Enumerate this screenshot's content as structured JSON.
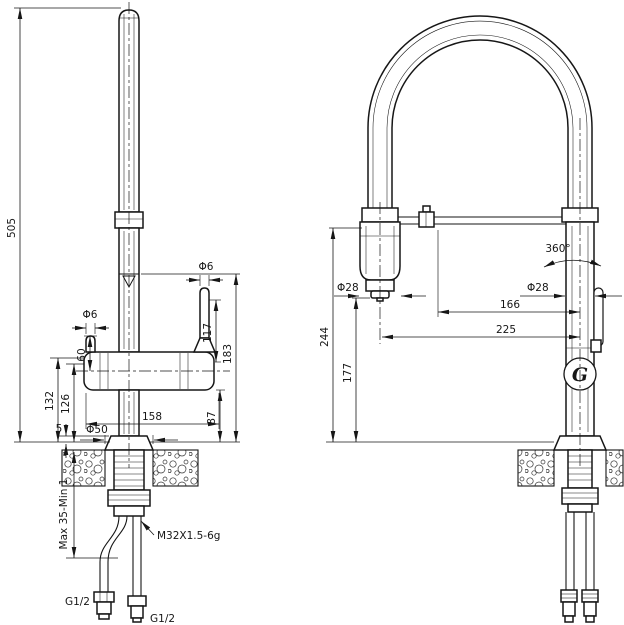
{
  "side_view": {
    "overall_height": "505",
    "body_height": "132",
    "body_height_inner": "126",
    "base_gap": "5",
    "handle_offset": "60",
    "lever_height": "117",
    "spout_height": "183",
    "body_bottom_height": "87",
    "body_width": "158",
    "base_diameter": "Φ50",
    "pin_diameter": "Φ6",
    "lever_diameter": "Φ6",
    "thread_spec": "M32X1.5-6g",
    "mount_range": "Max 35-Min 1",
    "hose_thread_left": "G1/2",
    "hose_thread_bottom": "G1/2"
  },
  "front_view": {
    "swivel_angle": "360°",
    "spray_head_diameter": "Φ28",
    "column_diameter": "Φ28",
    "reach_to_dock": "166",
    "reach_to_head": "225",
    "height_to_arm": "244",
    "height_to_outlet": "177",
    "logo_letter": "G"
  },
  "colors": {
    "line": "#161616",
    "background": "#ffffff"
  }
}
